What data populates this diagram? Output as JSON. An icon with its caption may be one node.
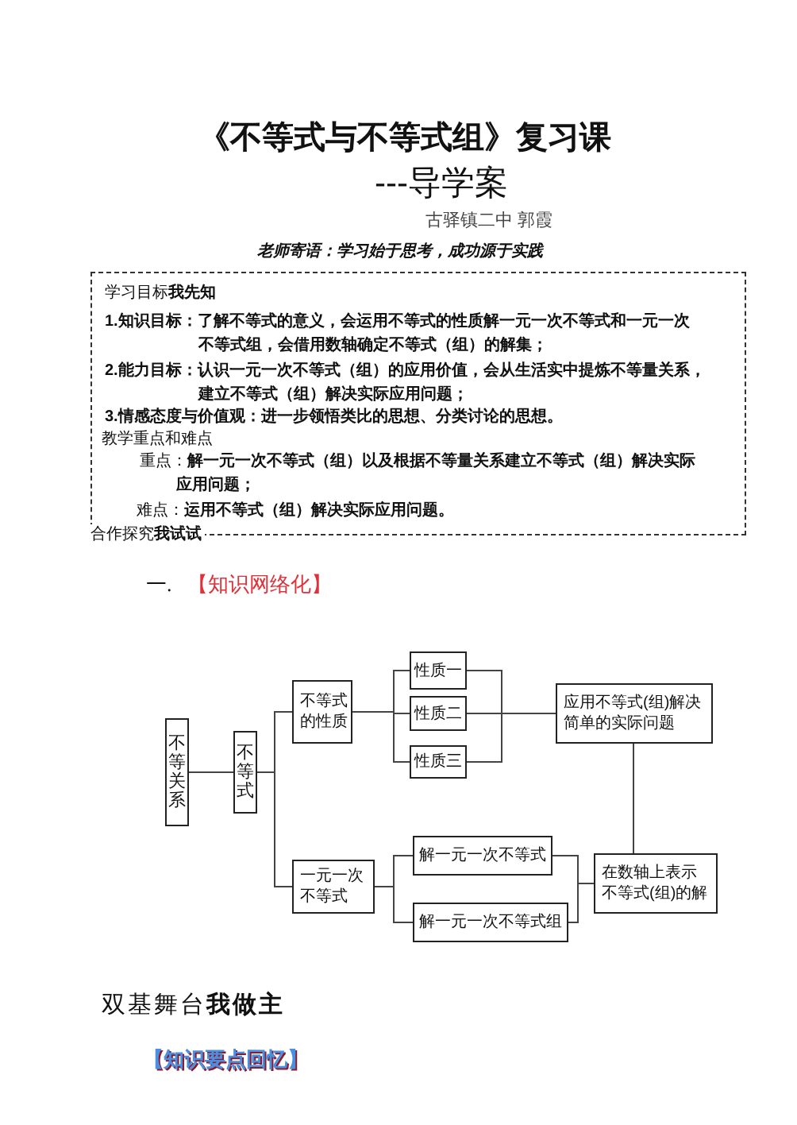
{
  "diagram": {
    "title": "《不等式与不等式组》复习课",
    "nodes": [
      {
        "text": [
          "学习目标**我先知**",
          "1.知识目标：了解不等式的意义，会运用不等式的性质解一元一次不等式和一元一次不等式组，会借用数轴确定不等式（组）的解集；",
          "2.能力目标：认识一元一次不等式（组）的应用价值，会从生活实中提炼不等量关系，建立不等式（组）解决实际应用问题；",
          "3.情感态度与价值观：进一步领悟类比的思想、分类讨论的思想。",
          "教学重点和难点",
          "重点：**解一元一次不等式（组）以及根据不等量关系建立不等式（组）解决实际应用问题；**",
          "难点：**运用不等式（组）解决实际应用问题。**"
        ]
      },
      {
        "text": [
          "不等关系"
        ]
      },
      {
        "text": [
          "不等式"
        ]
      },
      {
        "text": [
          "不等式的性质"
        ]
      },
      {
        "text": [
          "性质一"
        ]
      },
      {
        "text": [
          "性质二"
        ]
      },
      {
        "text": [
          "性质三"
        ]
      },
      {
        "text": [
          "应用不等式(组)解决简单的实际问题"
        ]
      },
      {
        "text": [
          "一元一次不等式"
        ]
      },
      {
        "text": [
          "解一元一次不等式"
        ]
      },
      {
        "text": [
          "解一元一次不等式组"
        ]
      },
      {
        "text": [
          "在数轴上表示不等式(组)的解"
        ]
      }
    ],
    "edges": [
      {
        "from": 1,
        "to": 2,
        "arrow": "none"
      },
      {
        "from": 2,
        "to": 3,
        "arrow": "none"
      },
      {
        "from": 2,
        "to": 8,
        "arrow": "none"
      },
      {
        "from": 3,
        "to": 4,
        "arrow": "none"
      },
      {
        "from": 3,
        "to": 5,
        "arrow": "none"
      },
      {
        "from": 3,
        "to": 6,
        "arrow": "none"
      },
      {
        "from": 4,
        "to": 7,
        "arrow": "none"
      },
      {
        "from": 5,
        "to": 7,
        "arrow": "none"
      },
      {
        "from": 6,
        "to": 7,
        "arrow": "none"
      },
      {
        "from": 7,
        "to": 11,
        "arrow": "none"
      },
      {
        "from": 8,
        "to": 9,
        "arrow": "none"
      },
      {
        "from": 8,
        "to": 10,
        "arrow": "none"
      },
      {
        "from": 9,
        "to": 11,
        "arrow": "none"
      },
      {
        "from": 10,
        "to": 11,
        "arrow": "none"
      }
    ],
    "labels": [
      "---导学案",
      "古驿镇二中 郭霞",
      "老师寄语：学习始于思考，成功源于实践",
      "合作探究**我试试**",
      "一.",
      "【知识网络化】",
      "双基舞台**我做主**",
      "【知识要点回忆】"
    ]
  }
}
